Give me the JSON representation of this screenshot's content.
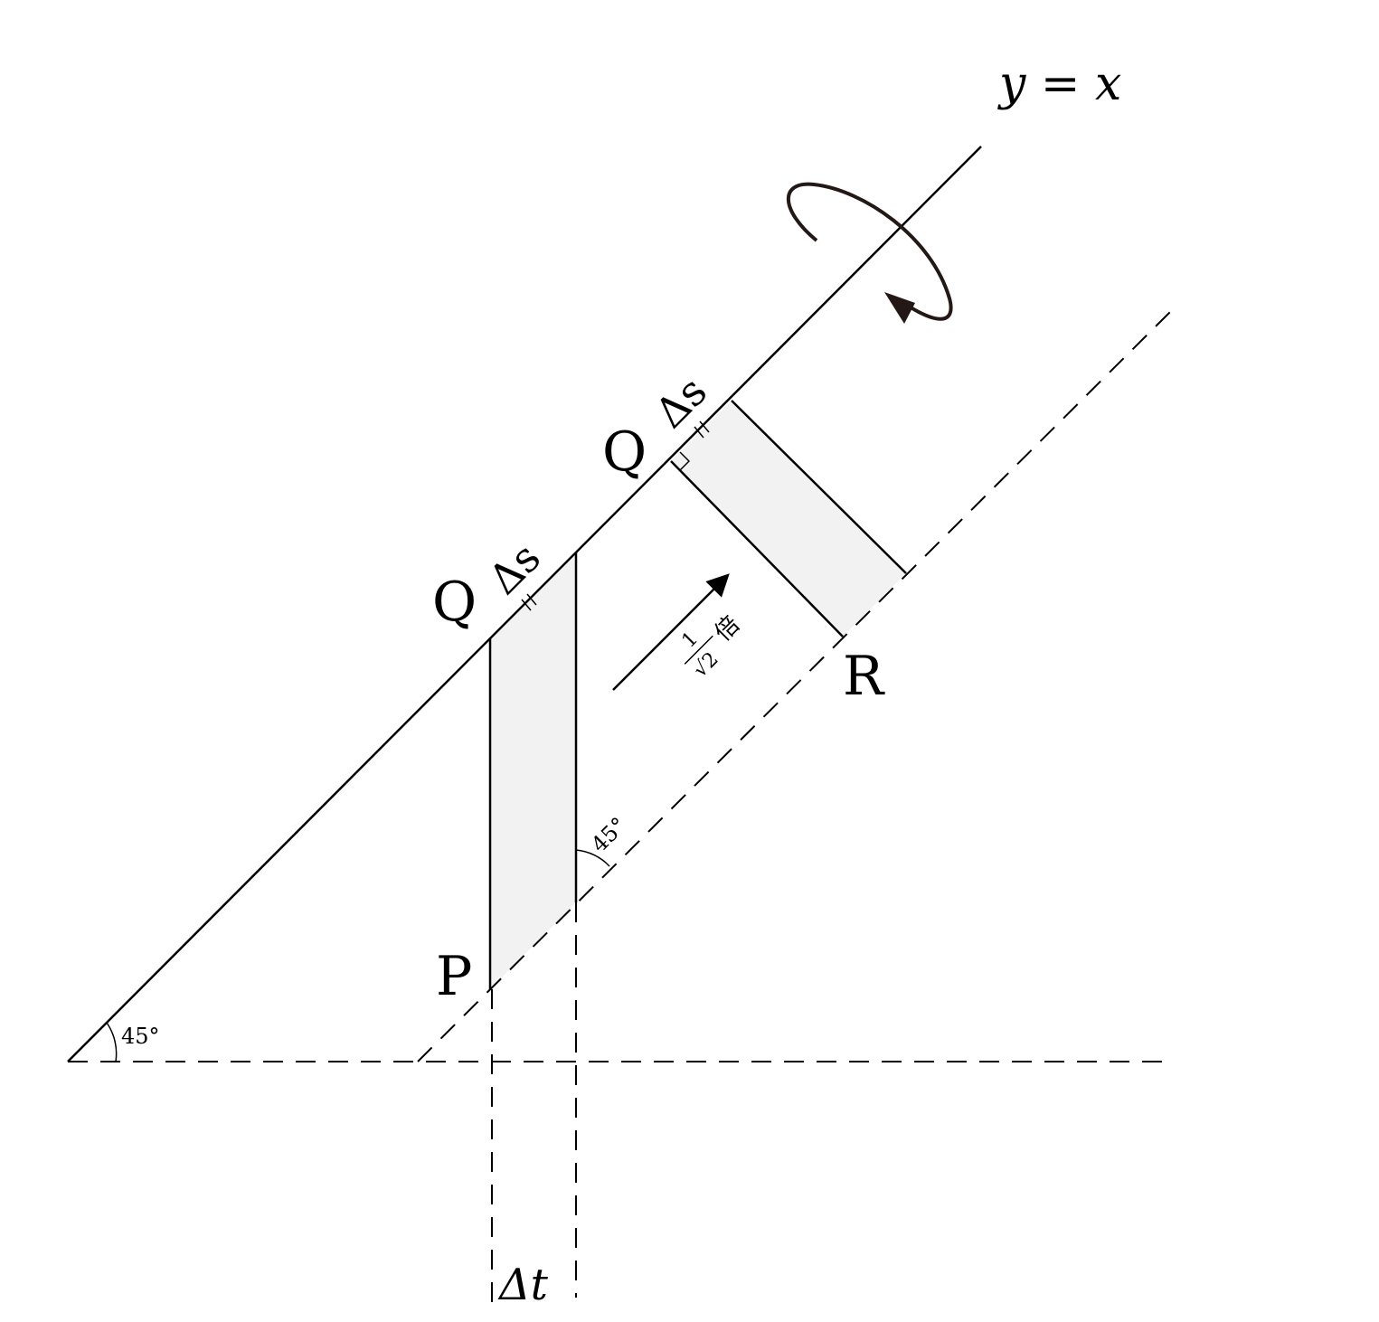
{
  "labels": {
    "line_eq": "y = x",
    "q_lower": "Q",
    "q_upper": "Q",
    "ds_lower": "Δs",
    "ds_upper": "Δs",
    "p": "P",
    "r": "R",
    "dt": "Δt",
    "angle_origin": "45°",
    "angle_strip": "45°",
    "scale_num": "1",
    "scale_den": "√2",
    "scale_unit": "倍"
  },
  "colors": {
    "stroke": "#000000",
    "fill": "#f2f2f2",
    "rotation_arrow": "#231815"
  }
}
